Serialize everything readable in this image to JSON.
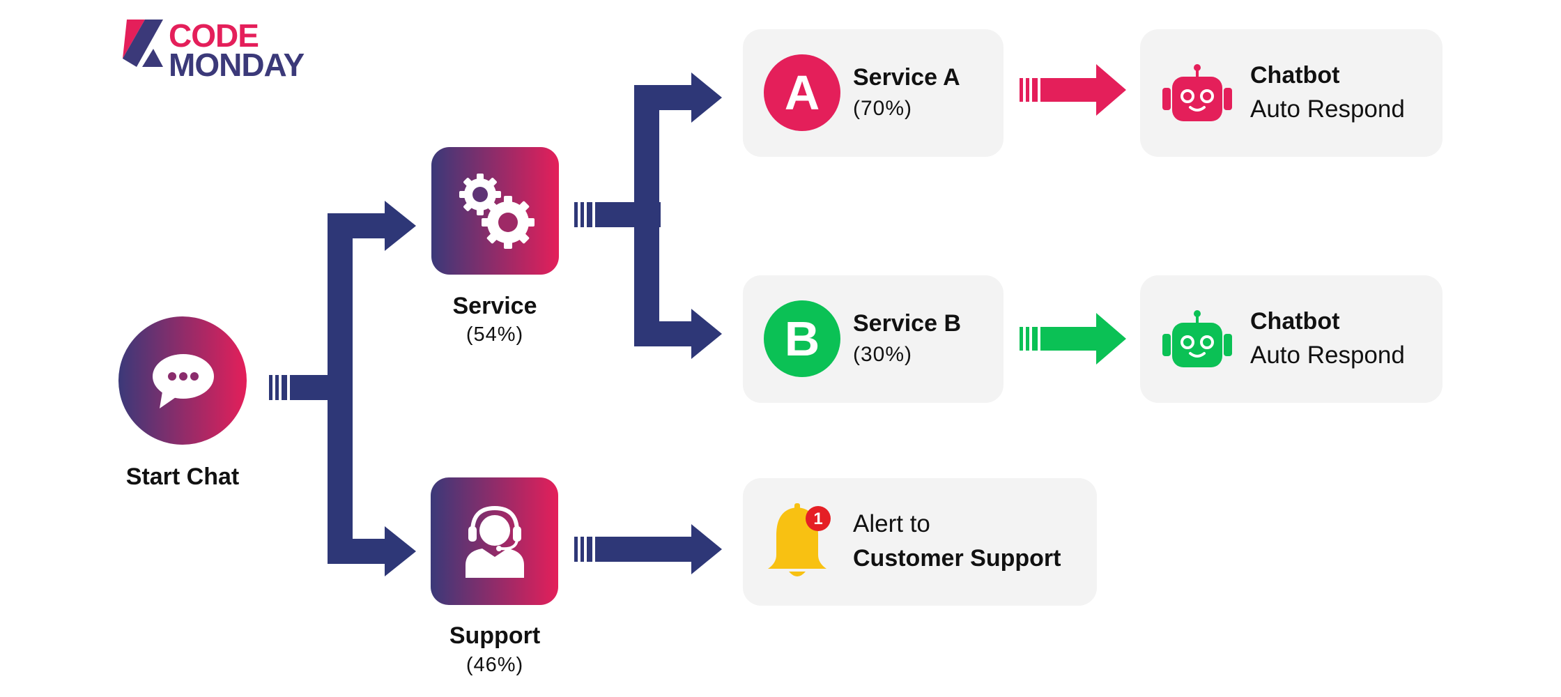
{
  "brand": {
    "line1": "CODE",
    "line2": "MONDAY"
  },
  "colors": {
    "navy": "#2e3777",
    "pink": "#e41f5a",
    "purple": "#3b3979",
    "green": "#0bc155",
    "card": "#f3f3f3",
    "bell": "#f8c112",
    "badge": "#e51f25"
  },
  "start": {
    "label": "Start Chat",
    "icon": "chat-bubble-icon"
  },
  "service": {
    "label": "Service",
    "pct": "(54%)",
    "icon": "gears-icon"
  },
  "support": {
    "label": "Support",
    "pct": "(46%)",
    "icon": "headset-agent-icon"
  },
  "service_a": {
    "badge": "A",
    "title": "Service A",
    "pct": "(70%)"
  },
  "service_b": {
    "badge": "B",
    "title": "Service B",
    "pct": "(30%)"
  },
  "bot_a": {
    "title": "Chatbot",
    "sub": "Auto Respond",
    "icon": "robot-icon"
  },
  "bot_b": {
    "title": "Chatbot",
    "sub": "Auto Respond",
    "icon": "robot-icon"
  },
  "alert": {
    "line1": "Alert to",
    "line2": "Customer Support",
    "badge_count": "1",
    "icon": "bell-icon"
  }
}
